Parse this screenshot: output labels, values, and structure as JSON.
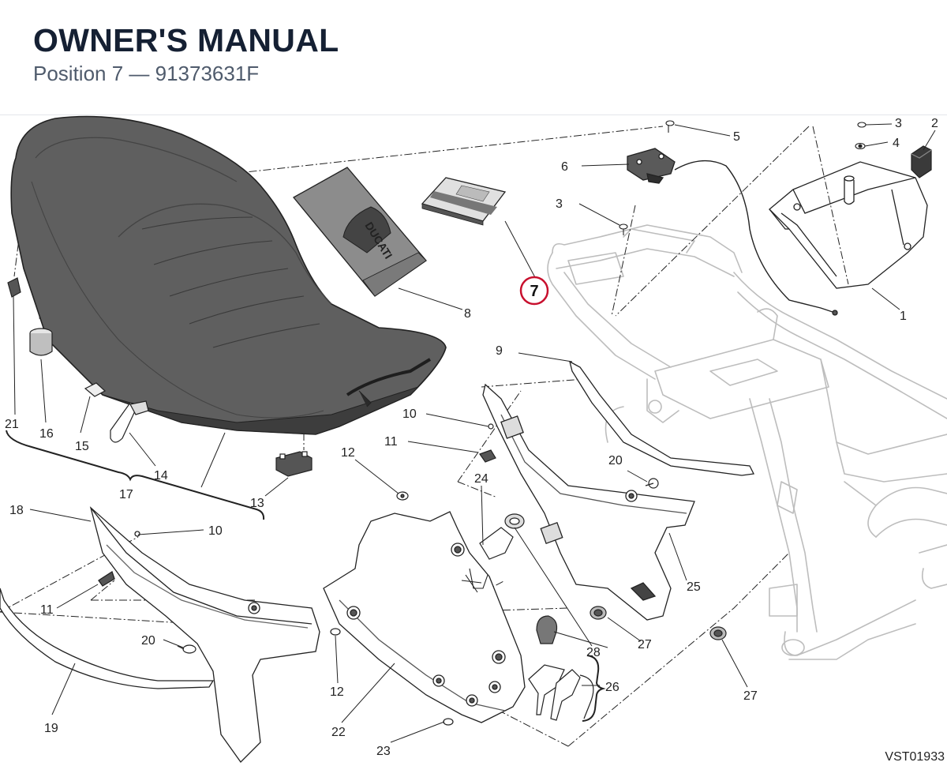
{
  "header": {
    "title": "OWNER'S MANUAL",
    "subtitle": "Position 7 — 91373631F"
  },
  "highlight": {
    "label": "7",
    "color": "#c8102e"
  },
  "drawing_ref": "VST01933",
  "labels": {
    "p1": "1",
    "p2": "2",
    "p3a": "3",
    "p3b": "3",
    "p4": "4",
    "p5": "5",
    "p6": "6",
    "p8": "8",
    "p9": "9",
    "p10a": "10",
    "p10b": "10",
    "p11a": "11",
    "p11b": "11",
    "p12a": "12",
    "p12b": "12",
    "p13": "13",
    "p14": "14",
    "p15": "15",
    "p16": "16",
    "p17": "17",
    "p18": "18",
    "p19": "19",
    "p20a": "20",
    "p20b": "20",
    "p21": "21",
    "p22": "22",
    "p23": "23",
    "p24": "24",
    "p25": "25",
    "p26": "26",
    "p27a": "27",
    "p27b": "27",
    "p28": "28"
  },
  "colors": {
    "line": "#222222",
    "seat": "#5f5f5f",
    "frame": "#bdbdbd"
  }
}
